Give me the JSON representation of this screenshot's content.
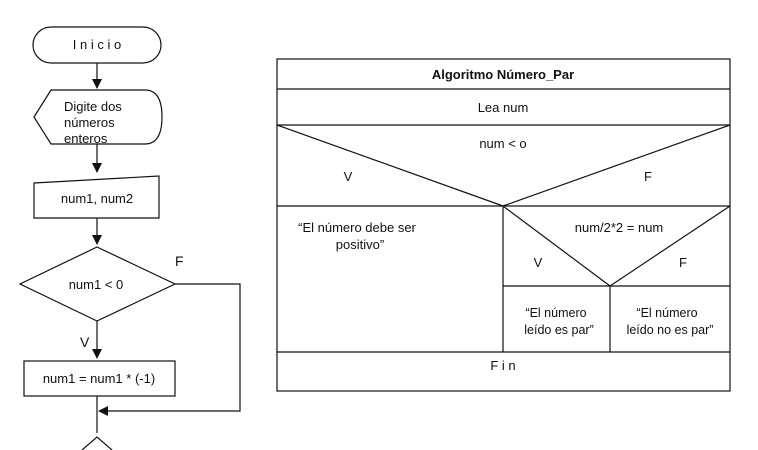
{
  "flowchart": {
    "start_label": "I n i c i o",
    "display_prompt_lines": [
      "Digite dos",
      "números",
      "enteros"
    ],
    "input_label": "num1, num2",
    "decision_label": "num1 < 0",
    "false_label": "F",
    "true_label": "V",
    "process_label": "num1 = num1 * (-1)"
  },
  "nassi": {
    "title": "Algoritmo Número_Par",
    "read_label": "Lea num",
    "condition1": "num < o",
    "cond1_true": "V",
    "cond1_false": "F",
    "left_message_lines": [
      "“El número debe ser",
      "positivo”"
    ],
    "condition2": "num/2*2 = num",
    "cond2_true": "V",
    "cond2_false": "F",
    "even_message_lines": [
      "“El número",
      "leído es par”"
    ],
    "odd_message_lines": [
      "“El número",
      "leído no es par”"
    ],
    "end_label": "F i n"
  }
}
